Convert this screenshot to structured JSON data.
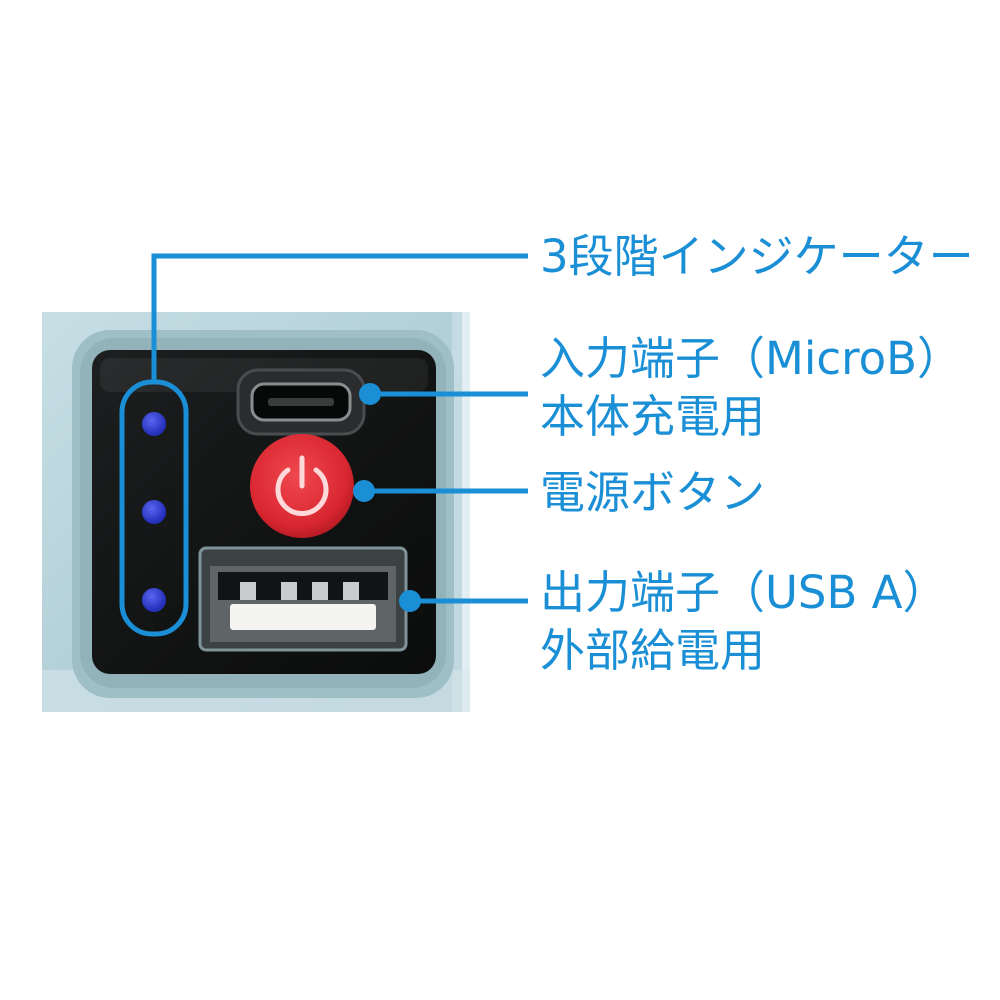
{
  "colors": {
    "callout": "#1a8fd6",
    "housing": "#b6d3da",
    "panel": "#131414",
    "power_button": "#e2323c",
    "led": "#2f3cd8"
  },
  "callouts": {
    "indicator": "3段階インジケーター",
    "input_line1": "入力端子（MicroB）",
    "input_line2": "本体充電用",
    "power": "電源ボタン",
    "output_line1": "出力端子（USB A）",
    "output_line2": "外部給電用"
  },
  "icons": {
    "power": "power-icon",
    "leds": "indicator-led-icon"
  }
}
